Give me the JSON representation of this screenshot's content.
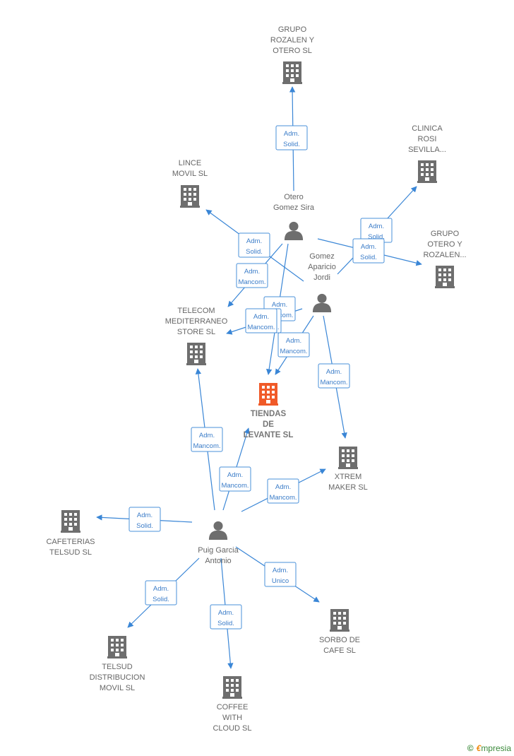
{
  "colors": {
    "edge": "#3a86d6",
    "building": "#6e6e6e",
    "focus_building": "#f05a28",
    "person": "#6e6e6e"
  },
  "focus": {
    "id": "tiendas",
    "icon": "building-icon",
    "lines": [
      "TIENDAS",
      "DE",
      "LEVANTE  SL"
    ]
  },
  "companies": [
    {
      "id": "grupo_rozalen",
      "lines": [
        "GRUPO",
        "ROZALEN Y",
        "OTERO  SL"
      ]
    },
    {
      "id": "clinica_rosi",
      "lines": [
        "CLINICA",
        "ROSI",
        "SEVILLA..."
      ]
    },
    {
      "id": "lince_movil",
      "lines": [
        "LINCE",
        "MOVIL SL"
      ]
    },
    {
      "id": "grupo_otero",
      "lines": [
        "GRUPO",
        "OTERO Y",
        "ROZALEN..."
      ]
    },
    {
      "id": "telecom",
      "lines": [
        "TELECOM",
        "MEDITERRANEO",
        "STORE  SL"
      ]
    },
    {
      "id": "xtrem",
      "lines": [
        "XTREM",
        "MAKER  SL"
      ]
    },
    {
      "id": "cafeterias",
      "lines": [
        "CAFETERIAS",
        "TELSUD  SL"
      ]
    },
    {
      "id": "sorbo",
      "lines": [
        "SORBO DE",
        "CAFE  SL"
      ]
    },
    {
      "id": "telsud_dist",
      "lines": [
        "TELSUD",
        "DISTRIBUCION",
        "MOVIL  SL"
      ]
    },
    {
      "id": "coffee",
      "lines": [
        "COFFEE",
        "WITH",
        "CLOUD  SL"
      ]
    }
  ],
  "persons": [
    {
      "id": "otero",
      "lines": [
        "Otero",
        "Gomez Sira"
      ]
    },
    {
      "id": "gomez",
      "lines": [
        "Gomez",
        "Aparicio",
        "Jordi"
      ]
    },
    {
      "id": "puig",
      "lines": [
        "Puig Garcia",
        "Antonio"
      ]
    }
  ],
  "relations": [
    {
      "id": "r1",
      "lines": [
        "Adm.",
        "Solid."
      ]
    },
    {
      "id": "r2",
      "lines": [
        "Adm.",
        "Solid."
      ]
    },
    {
      "id": "r3",
      "lines": [
        "Adm.",
        "Mancom."
      ]
    },
    {
      "id": "r4",
      "lines": [
        "Adm.",
        "Mancom."
      ]
    },
    {
      "id": "r5",
      "lines": [
        "Adm.",
        "Solid."
      ]
    },
    {
      "id": "r6",
      "lines": [
        "Adm.",
        "Solid."
      ]
    },
    {
      "id": "r7",
      "lines": [
        "Adm.",
        "Mancom."
      ]
    },
    {
      "id": "r8",
      "lines": [
        "Adm.",
        "Mancom."
      ]
    },
    {
      "id": "r9",
      "lines": [
        "Adm.",
        "Mancom."
      ]
    },
    {
      "id": "r10",
      "lines": [
        "Adm.",
        "Mancom."
      ]
    },
    {
      "id": "r11",
      "lines": [
        "Adm.",
        "Mancom."
      ]
    },
    {
      "id": "r12",
      "lines": [
        "Adm.",
        "Mancom."
      ]
    },
    {
      "id": "r13",
      "lines": [
        "Adm.",
        "Mancom."
      ]
    },
    {
      "id": "r14",
      "lines": [
        "Adm.",
        "Solid."
      ]
    },
    {
      "id": "r15",
      "lines": [
        "Adm.",
        "Unico"
      ]
    },
    {
      "id": "r16",
      "lines": [
        "Adm.",
        "Solid."
      ]
    },
    {
      "id": "r17",
      "lines": [
        "Adm.",
        "Solid."
      ]
    }
  ],
  "brand": {
    "copyright": "©",
    "e": "€",
    "name": "mpresia"
  }
}
